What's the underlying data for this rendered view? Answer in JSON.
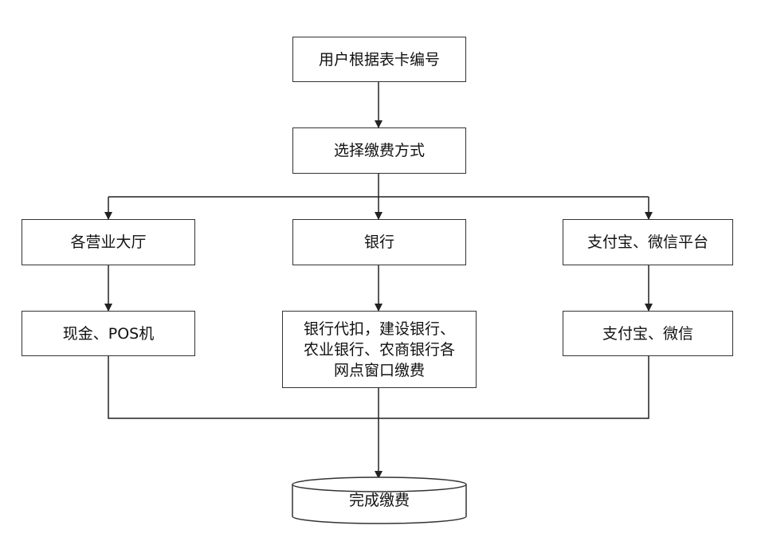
{
  "nodes": {
    "start": "用户根据表卡编号",
    "choose": "选择缴费方式",
    "hall": "各营业大厅",
    "bank": "银行",
    "online": "支付宝、微信平台",
    "cash": "现金、POS机",
    "bank_detail": [
      "银行代扣，建设银行、",
      "农业银行、农商银行各",
      "网点窗口缴费"
    ],
    "online_detail": "支付宝、微信",
    "end": "完成缴费"
  }
}
